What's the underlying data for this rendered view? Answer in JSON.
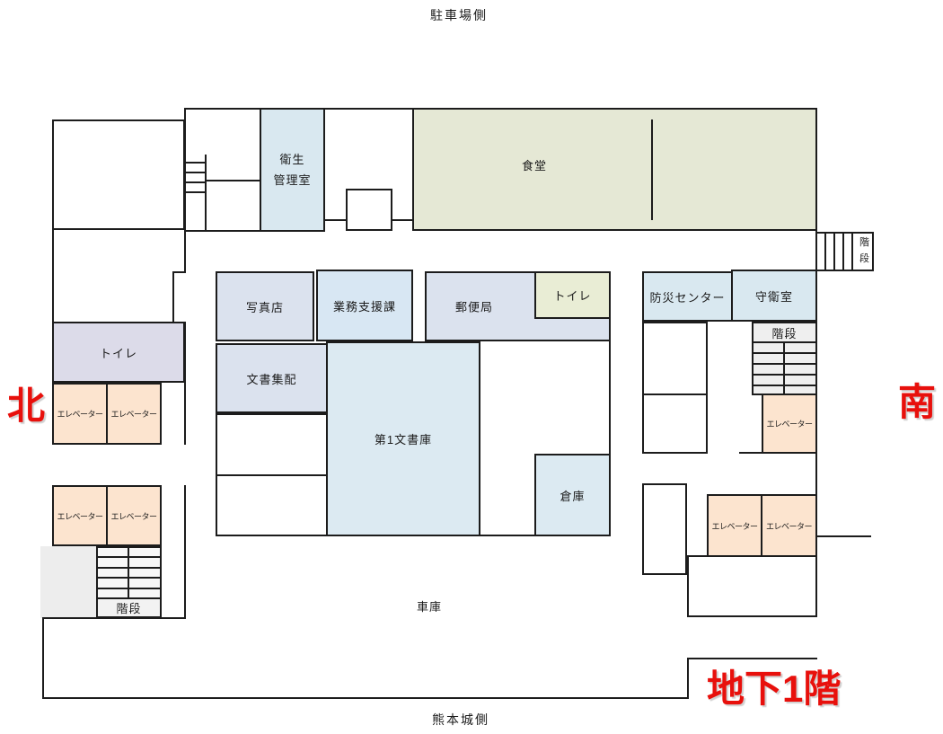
{
  "orientation": {
    "top_side": "駐車場側",
    "bottom_side": "熊本城側",
    "north": "北",
    "south": "南",
    "floor_label": "地下1階"
  },
  "labels": {
    "elevator": "エレベーター",
    "stairs": "階段",
    "toilet": "トイレ",
    "garage": "車庫"
  },
  "rooms": {
    "hygiene": {
      "line1": "衛生",
      "line2": "管理室"
    },
    "cafeteria": "食堂",
    "photo_shop": "写真店",
    "business_support": "業務支援課",
    "post_office": "郵便局",
    "disaster_center": "防災センター",
    "guard_room": "守衛室",
    "document_sorting": "文書集配",
    "document_storage_1": "第1文書庫",
    "warehouse": "倉庫"
  },
  "colors": {
    "room_blue": "#d9e8f0",
    "cafeteria_olive": "#e5e8d5",
    "room_bluegray": "#dbe2ee",
    "business_ltblue": "#d8e7f3",
    "storage_paleblue": "#dceaf2",
    "toilet_yellowgreen": "#e9edd5",
    "toilet_lavender": "#dcdbe9",
    "elevator_peach": "#fce4cf",
    "stairs_gray": "#efefef",
    "annotation_red": "#e8100c",
    "wall_black": "#1c1c1c"
  }
}
